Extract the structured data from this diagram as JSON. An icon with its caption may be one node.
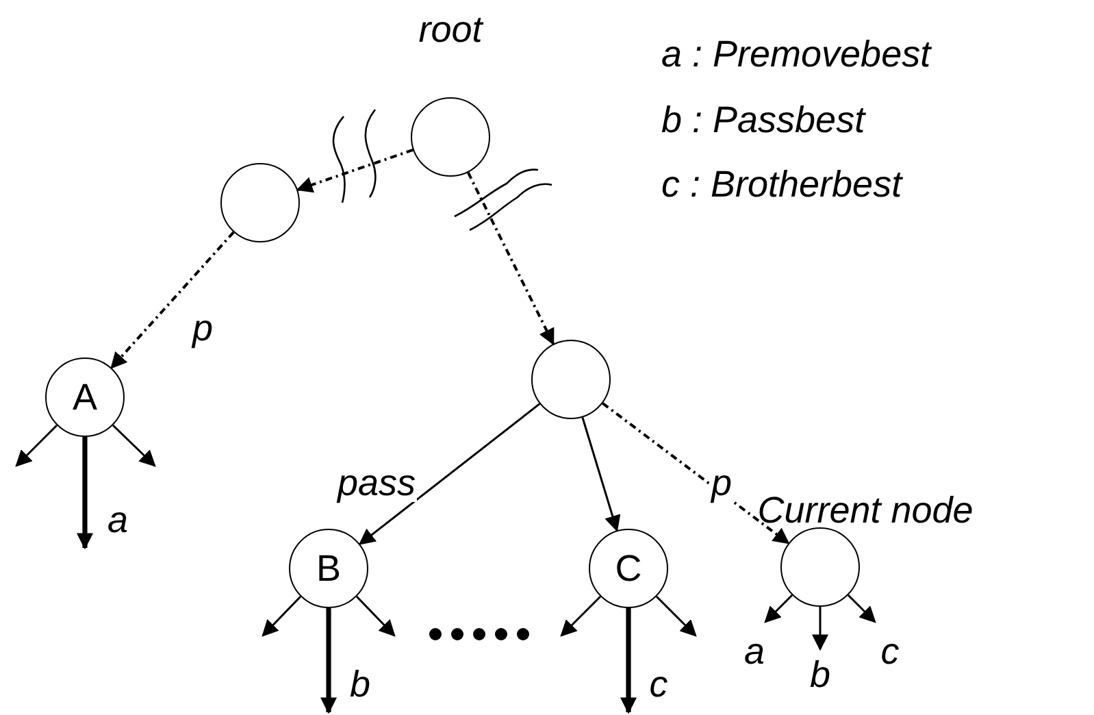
{
  "diagram": {
    "nodes": [
      {
        "text": [
          "root"
        ]
      },
      {
        "text": [],
        "shape": "circle"
      },
      {
        "text": [
          "A"
        ]
      },
      {
        "text": [],
        "shape": "circle"
      },
      {
        "text": [
          "B"
        ]
      },
      {
        "text": [
          "C"
        ]
      },
      {
        "text": [
          "Current node"
        ]
      }
    ],
    "edges": [
      {
        "from": 0,
        "to": 1,
        "arrow": "to",
        "style": "dashed"
      },
      {
        "from": 1,
        "to": 2,
        "arrow": "to",
        "style": "dashed",
        "label": "p"
      },
      {
        "from": 0,
        "to": 3,
        "arrow": "to",
        "style": "dashed"
      },
      {
        "from": 3,
        "to": 4,
        "arrow": "to",
        "label": "pass"
      },
      {
        "from": 3,
        "to": 5,
        "arrow": "to"
      },
      {
        "from": 3,
        "to": 6,
        "arrow": "to",
        "style": "dashed",
        "label": "p"
      },
      {
        "from": 2,
        "to": null,
        "arrow": "to"
      },
      {
        "from": 2,
        "to": null,
        "arrow": "to",
        "style": "thick",
        "label": "a"
      },
      {
        "from": 2,
        "to": null,
        "arrow": "to"
      },
      {
        "from": 4,
        "to": null,
        "arrow": "to"
      },
      {
        "from": 4,
        "to": null,
        "arrow": "to",
        "style": "thick",
        "label": "b"
      },
      {
        "from": 4,
        "to": null,
        "arrow": "to"
      },
      {
        "from": 5,
        "to": null,
        "arrow": "to"
      },
      {
        "from": 5,
        "to": null,
        "arrow": "to",
        "style": "thick",
        "label": "c"
      },
      {
        "from": 5,
        "to": null,
        "arrow": "to"
      },
      {
        "from": 6,
        "to": null,
        "arrow": "to",
        "label": "a"
      },
      {
        "from": 6,
        "to": null,
        "arrow": "to",
        "label": "b"
      },
      {
        "from": 6,
        "to": null,
        "arrow": "to",
        "label": "c"
      }
    ],
    "labels": [
      "a : Premovebest",
      "b : Passbest",
      "c : Brotherbest"
    ]
  }
}
